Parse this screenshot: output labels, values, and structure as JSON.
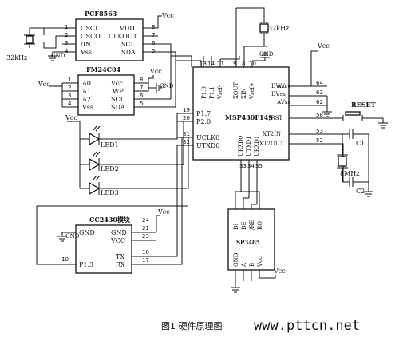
{
  "caption": "图1  硬件原理图",
  "watermark": "www.pttcn.net",
  "chips": {
    "pcf": {
      "name": "PCF8563",
      "pins_left": [
        "OSCI",
        "OSCO",
        "/INT",
        "Vss"
      ],
      "pins_right": [
        "VDD",
        "CLKOUT",
        "SCL",
        "SDA"
      ],
      "pin_nums_left": [
        "1",
        "2",
        "3",
        "4"
      ],
      "pin_nums_right": [
        "8",
        "7",
        "6",
        "5"
      ],
      "crystal": "32kHz",
      "gnd": "GND",
      "vcc": "Vcc"
    },
    "fm": {
      "name": "FM24C04",
      "pins_left": [
        "A0",
        "A1",
        "A2",
        "Vss"
      ],
      "pins_right": [
        "Vcc",
        "WP",
        "SCL",
        "SDA"
      ],
      "pin_nums_left": [
        "1",
        "2",
        "3",
        "4"
      ],
      "pin_nums_right": [
        "8",
        "7",
        "6",
        "5"
      ],
      "gnd": "GND",
      "vcc_left": "Vcc",
      "vcc_right": "Vcc"
    },
    "msp": {
      "name": "MSP430F149",
      "top_pins": [
        "P1.0",
        "P1.1",
        "Vref-",
        "XOUT",
        "XIN",
        "Vref+"
      ],
      "top_nums": [
        "13",
        "14",
        "11",
        "9",
        "8",
        "10"
      ],
      "left_pins": [
        "P1.7",
        "P2.0",
        "UCLK0",
        "UTXD0"
      ],
      "left_nums": [
        "19",
        "20",
        "31",
        "32"
      ],
      "right_pins": [
        "DVcc",
        "AVcc",
        "DVss",
        "AVss",
        "/RST",
        "XT2IN",
        "XT2OUT"
      ],
      "right_nums": [
        "64",
        "63",
        "62",
        "58",
        "53",
        "52"
      ],
      "bottom_pins": [
        "URXD0",
        "UTXD1",
        "URXD1"
      ],
      "bottom_nums": [
        "33",
        "34",
        "35"
      ],
      "crystal": "32kHz",
      "gnd": "GND",
      "vcc": "Vcc"
    },
    "reset": {
      "label": "RESET"
    },
    "xt2": {
      "crystal": "8MHz",
      "c1": "C1",
      "c2": "C2"
    },
    "leds": [
      "LED1",
      "LED2",
      "LED3"
    ],
    "led_vcc": "Vcc",
    "cc": {
      "name": "CC2430模块",
      "pins": [
        "GND",
        "VCC",
        "TX",
        "RX",
        "P1.3"
      ],
      "nums": [
        "21",
        "23",
        "24",
        "18",
        "17",
        "10"
      ],
      "gnd": "GND",
      "vcc": "Vcc"
    },
    "sp": {
      "name": "SP3485",
      "top_pins": [
        "DI",
        "DE",
        "/RE",
        "RO"
      ],
      "bottom_pins": [
        "GND",
        "A",
        "B",
        "Vcc"
      ],
      "vcc": "Vcc"
    }
  }
}
